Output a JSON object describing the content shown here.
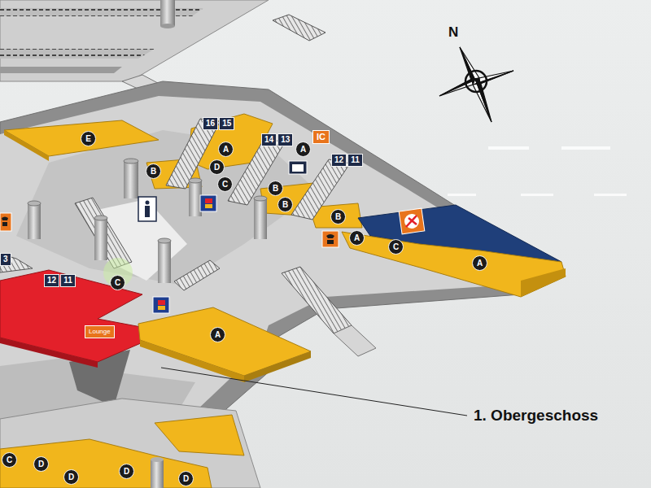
{
  "diagram": {
    "nodes": [
      {
        "text": [
          "16",
          "15"
        ]
      },
      {
        "text": [
          "14",
          "13"
        ]
      },
      {
        "text": [
          "IC"
        ]
      },
      {
        "text": [
          "E"
        ]
      },
      {
        "text": [
          "A"
        ]
      },
      {
        "text": [
          "A"
        ]
      },
      {
        "text": [
          "12",
          "11"
        ]
      },
      {
        "text": [
          "D"
        ]
      },
      {
        "text": [
          "B"
        ]
      },
      {
        "text": [
          "C"
        ]
      },
      {
        "text": [
          "B"
        ]
      },
      {
        "text": [
          "B"
        ]
      },
      {
        "text": [
          "B"
        ]
      },
      {
        "text": [
          "A"
        ]
      },
      {
        "text": [
          "C"
        ]
      },
      {
        "text": [
          "3"
        ]
      },
      {
        "text": [
          "A"
        ]
      },
      {
        "text": [
          "12",
          "11"
        ]
      },
      {
        "text": [
          "C"
        ]
      },
      {
        "text": [
          "Lounge"
        ]
      },
      {
        "text": [
          "A"
        ]
      },
      {
        "text": [
          "C"
        ]
      },
      {
        "text": [
          "D"
        ]
      },
      {
        "text": [
          "D"
        ]
      },
      {
        "text": [
          "D"
        ]
      },
      {
        "text": [
          "D"
        ]
      }
    ],
    "labels": [
      "N",
      "1. Obergeschoss"
    ]
  }
}
